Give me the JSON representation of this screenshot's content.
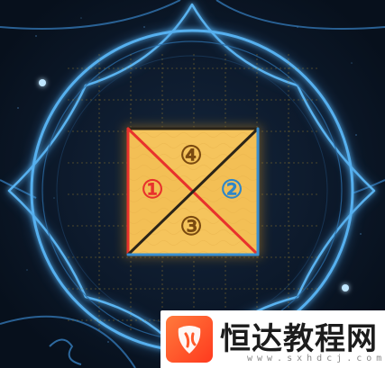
{
  "puzzle": {
    "pieces": [
      {
        "id": "piece-1",
        "label": "①",
        "color": "#e8322c"
      },
      {
        "id": "piece-2",
        "label": "②",
        "color": "#2f86c8"
      },
      {
        "id": "piece-3",
        "label": "③",
        "color": "#7a4a10"
      },
      {
        "id": "piece-4",
        "label": "④",
        "color": "#7a4a10"
      }
    ],
    "piece_fill": "#f5c45c",
    "edge_colors": {
      "red": "#e8322c",
      "blue": "#3a8fd0",
      "dark": "#2b2418"
    },
    "grid_color": "#a5862e",
    "ring_color": "#4fa9e8",
    "background": "#0b1424"
  },
  "watermark": {
    "title": "恒达教程网",
    "url": "www.sxhdcj.com",
    "logo_color": "#ff5a2a"
  }
}
